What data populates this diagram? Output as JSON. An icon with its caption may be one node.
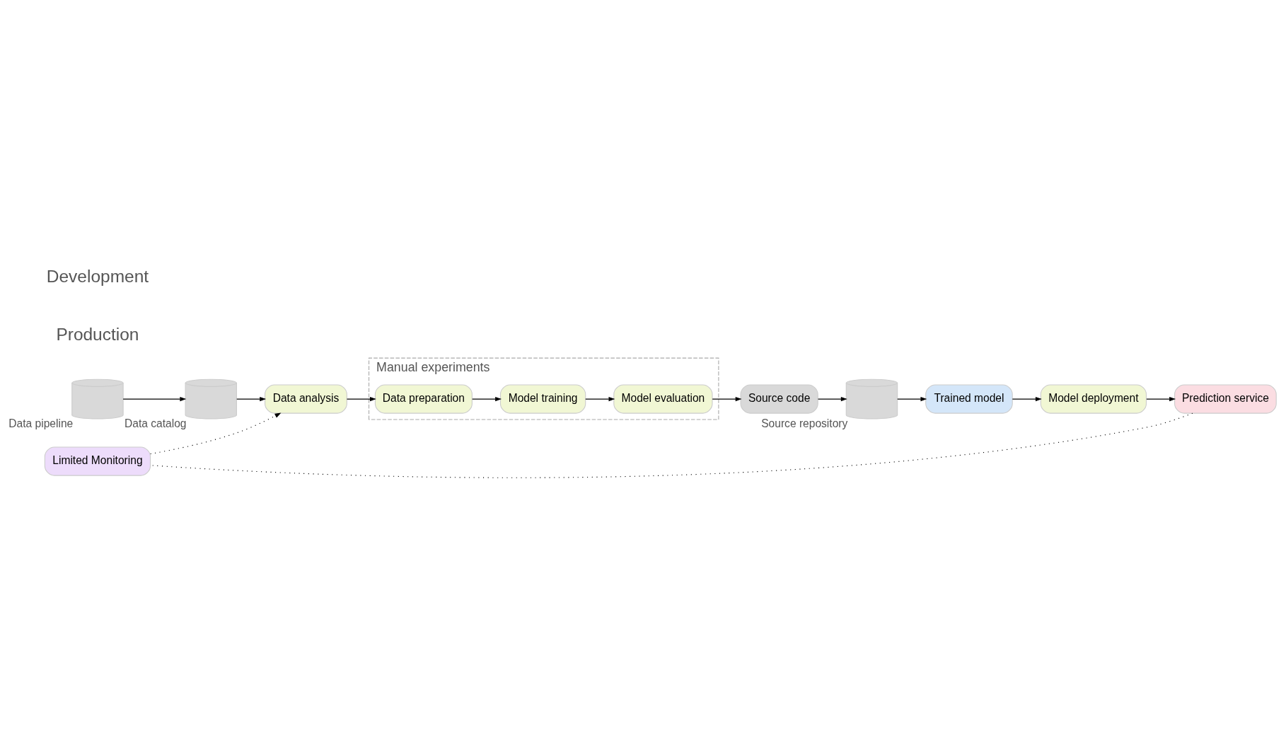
{
  "diagram": {
    "nodes": [
      {
        "text": [
          "Data pipeline"
        ]
      },
      {
        "text": [
          "Data catalog"
        ]
      },
      {
        "text": [
          "Data analysis"
        ]
      },
      {
        "text": [
          "Manual experiments"
        ]
      },
      {
        "text": [
          "Data preparation"
        ],
        "in": 3
      },
      {
        "text": [
          "Model training"
        ],
        "in": 3
      },
      {
        "text": [
          "Model evaluation"
        ],
        "in": 3
      },
      {
        "text": [
          "Source code"
        ]
      },
      {
        "text": [
          "Source repository"
        ]
      },
      {
        "text": [
          "Trained model"
        ]
      },
      {
        "text": [
          "Model deployment"
        ]
      },
      {
        "text": [
          "Limited Monitoring"
        ]
      },
      {
        "text": [
          "Prediction service"
        ]
      }
    ],
    "edges": [
      {
        "from": 0,
        "to": 1,
        "arrow": "to"
      },
      {
        "from": 1,
        "to": 2,
        "arrow": "to"
      },
      {
        "from": 2,
        "to": 4,
        "arrow": "to"
      },
      {
        "from": 4,
        "to": 5,
        "arrow": "to"
      },
      {
        "from": 5,
        "to": 6,
        "arrow": "to"
      },
      {
        "from": 6,
        "to": 7,
        "arrow": "to"
      },
      {
        "from": 7,
        "to": 8,
        "arrow": "to"
      },
      {
        "from": 8,
        "to": 9,
        "arrow": "to"
      },
      {
        "from": 9,
        "to": 10,
        "arrow": "to"
      },
      {
        "from": 10,
        "to": 12,
        "arrow": "to"
      },
      {
        "from": 12,
        "to": 11,
        "arrow": "none",
        "style": "dashed"
      },
      {
        "from": 11,
        "to": 2,
        "arrow": "to",
        "style": "dashed"
      }
    ],
    "labels": [
      "Development",
      "Production"
    ]
  }
}
